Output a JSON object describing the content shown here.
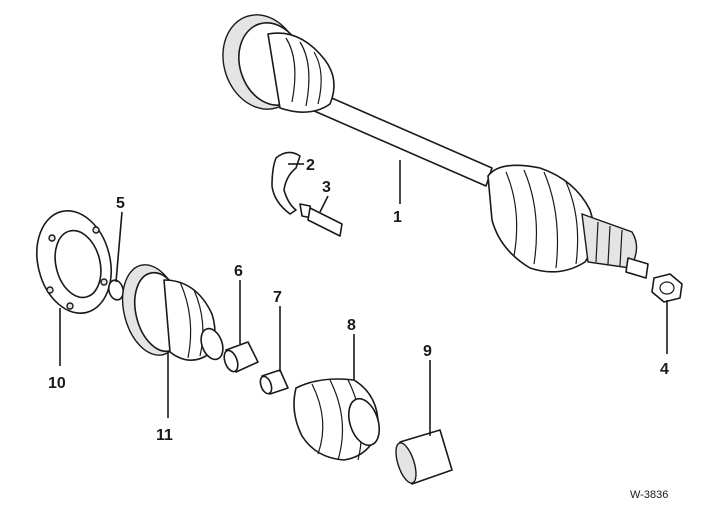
{
  "callouts": {
    "c1": "1",
    "c2": "2",
    "c3": "3",
    "c4": "4",
    "c5": "5",
    "c6": "6",
    "c7": "7",
    "c8": "8",
    "c9": "9",
    "c10": "10",
    "c11": "11"
  },
  "figure_ref": "W-3836"
}
